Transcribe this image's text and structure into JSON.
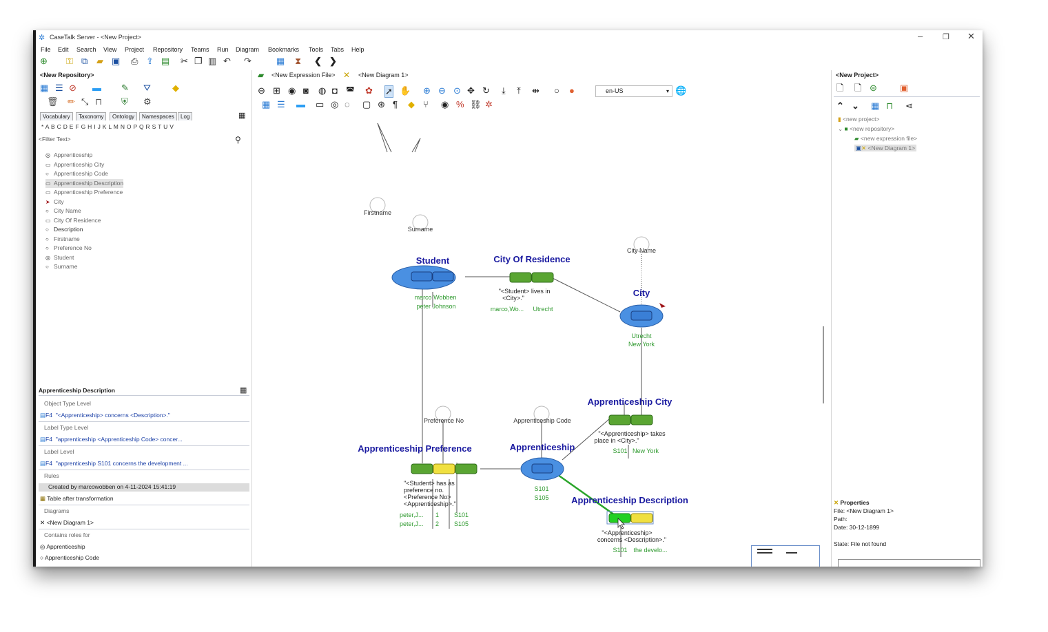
{
  "window": {
    "title": "CaseTalk Server - <New Project>"
  },
  "menu": [
    "File",
    "Edit",
    "Search",
    "View",
    "Project",
    "Repository",
    "Teams",
    "Run",
    "Diagram",
    "Bookmarks",
    "Tools",
    "Tabs",
    "Help"
  ],
  "left_panel": {
    "title": "<New Repository>",
    "tabs": [
      "Vocabulary",
      "Taxonomy",
      "Ontology",
      "Namespaces",
      "Log"
    ],
    "alphabet": "* A B C D E F G H I J K L M N O P Q R S T U V",
    "filter_placeholder": "<Filter Text>",
    "items": [
      {
        "symbol": "◎",
        "label": "Apprenticeship"
      },
      {
        "symbol": "▭",
        "label": "Apprenticeship City"
      },
      {
        "symbol": "○",
        "label": "Apprenticeship Code"
      },
      {
        "symbol": "▭",
        "label": "Apprenticeship Description"
      },
      {
        "symbol": "▭",
        "label": "Apprenticeship Preference"
      },
      {
        "symbol": "➤",
        "label": "City"
      },
      {
        "symbol": "○",
        "label": "City Name"
      },
      {
        "symbol": "▭",
        "label": "City Of Residence"
      },
      {
        "symbol": "○",
        "label": "Description"
      },
      {
        "symbol": "○",
        "label": "Firstname"
      },
      {
        "symbol": "○",
        "label": "Preference No"
      },
      {
        "symbol": "◎",
        "label": "Student"
      },
      {
        "symbol": "○",
        "label": "Surname"
      }
    ]
  },
  "details": {
    "header": "Apprenticeship Description",
    "object_type_level": "Object Type Level",
    "f4_a_key": "F4",
    "f4_a": "\"<Apprenticeship> concerns <Description>.\"",
    "label_type_level": "Label Type Level",
    "f4_b_key": "F4",
    "f4_b": "\"apprenticeship <Apprenticeship Code> concer...",
    "label_level": "Label Level",
    "f4_c_key": "F4",
    "f4_c": "\"apprenticeship S101 concerns the development ...",
    "rules": "Rules",
    "created": "Created by marcowobben on 4-11-2024 15:41:19",
    "table_after": "Table after transformation",
    "diagrams": "Diagrams",
    "diagram_item": "<New Diagram 1>",
    "contains_roles": "Contains roles for",
    "role1": "Apprenticeship",
    "role2": "Apprenticeship Code"
  },
  "center": {
    "tab1": "<New Expression File>",
    "tab2": "<New Diagram 1>",
    "locale": "en-US"
  },
  "diagram": {
    "labels": {
      "firstname": "Firstname",
      "surname": "Surname",
      "student": "Student",
      "student_p1": "marco Wobben",
      "student_p2": "peter Johnson",
      "city_of_residence": "City Of Residence",
      "cor_expr1": "\"<Student> lives in",
      "cor_expr2": "<City>.\"",
      "cor_pop_a": "marco,Wo...",
      "cor_pop_b": "Utrecht",
      "city_name": "City Name",
      "city": "City",
      "city_p1": "Utrecht",
      "city_p2": "New York",
      "app_city": "Apprenticeship City",
      "ac_expr1": "\"<Apprenticeship> takes",
      "ac_expr2": "place in <City>.\"",
      "ac_pop_a": "S101",
      "ac_pop_b": "New York",
      "pref_no": "Preference No",
      "app_code": "Apprenticeship Code",
      "app_pref": "Apprenticeship Preference",
      "apprenticeship": "Apprenticeship",
      "app_p1": "S101",
      "app_p2": "S105",
      "ap_expr1": "\"<Student> has as",
      "ap_expr2": "preference no.",
      "ap_expr3": "<Preference No>",
      "ap_expr4": "<Apprenticeship>.\"",
      "ap_r1a": "peter,J...",
      "ap_r1b": "1",
      "ap_r1c": "S101",
      "ap_r2a": "peter,J...",
      "ap_r2b": "2",
      "ap_r2c": "S105",
      "app_desc": "Apprenticeship Description",
      "ad_expr1": "\"<Apprenticeship>",
      "ad_expr2": "concerns <Description>.\"",
      "ad_pop_a": "S101",
      "ad_pop_b": "the develo..."
    }
  },
  "right_panel": {
    "title": "<New Project>",
    "tree": [
      "<new project>",
      "<new repository>",
      "<new expression file>",
      "<New Diagram 1>"
    ]
  },
  "properties": {
    "title": "Properties",
    "file": "File: <New Diagram 1>",
    "path": "Path:",
    "date": "Date: 30-12-1899",
    "state": "State: File not found"
  },
  "colors": {
    "entity_fill": "#4a90e2",
    "fact_green": "#5aa532",
    "fact_yellow": "#f0e040",
    "title_blue": "#1a1aa0",
    "pop_green": "#2f9a2f"
  }
}
